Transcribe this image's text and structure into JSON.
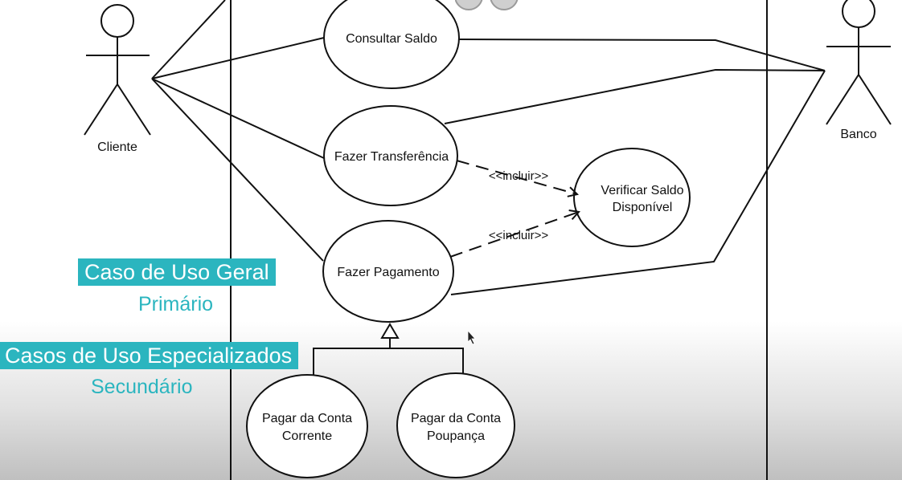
{
  "actors": {
    "cliente": "Cliente",
    "banco": "Banco"
  },
  "use_cases": {
    "consultar_saldo": "Consultar Saldo",
    "fazer_transferencia": "Fazer Transferência",
    "verificar_saldo_line1": "Verificar Saldo",
    "verificar_saldo_line2": "Disponível",
    "fazer_pagamento": "Fazer Pagamento",
    "pagar_corrente_line1": "Pagar da Conta",
    "pagar_corrente_line2": "Corrente",
    "pagar_poupanca_line1": "Pagar da Conta",
    "pagar_poupanca_line2": "Poupança"
  },
  "relations": {
    "include_1": "<<incluir>>",
    "include_2": "<<incluir>>"
  },
  "annotations": {
    "geral_badge": "Caso de Uso Geral",
    "geral_sub": "Primário",
    "especializados_badge": "Casos de Uso Especializados",
    "especializados_sub": "Secundário"
  },
  "colors": {
    "accent": "#2bb5bf",
    "stroke": "#111111"
  }
}
